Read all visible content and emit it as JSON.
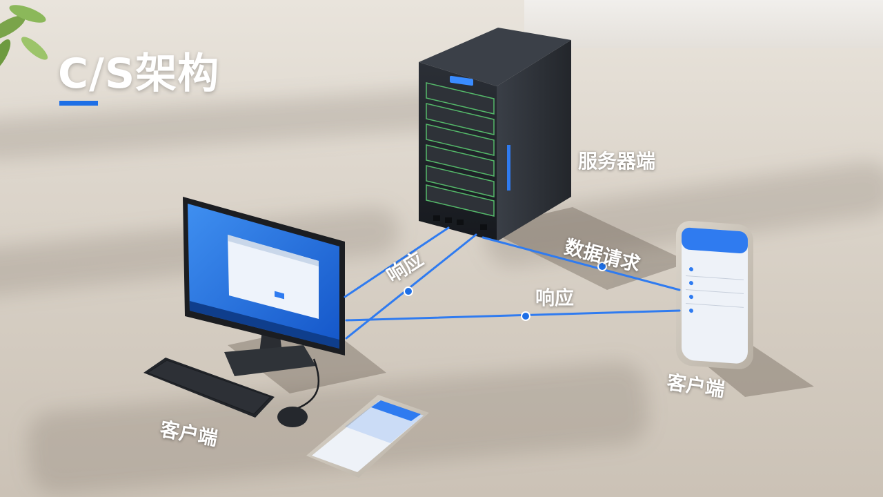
{
  "title": "C/S架构",
  "labels": {
    "server": "服务器端",
    "data_request": "数据请求",
    "response_left": "响应",
    "response_right": "响应",
    "client_right": "客户端",
    "client_bottom": "客户端"
  },
  "colors": {
    "accent": "#1e6fe6",
    "connection_line": "#2f7bf0",
    "label_text": "#ffffff"
  }
}
